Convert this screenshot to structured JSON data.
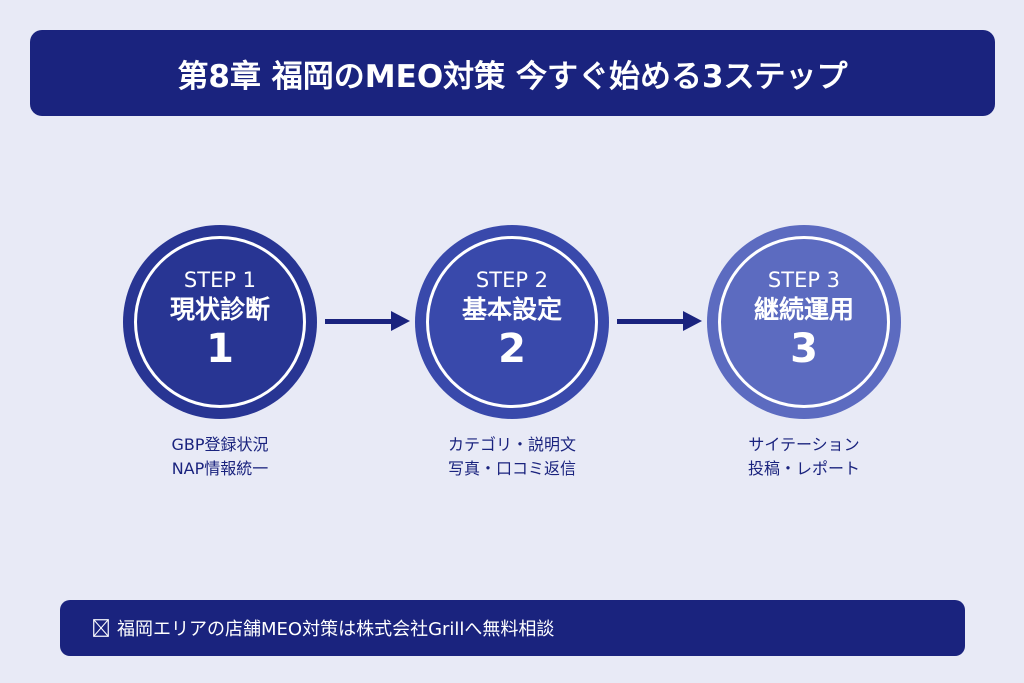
{
  "header": {
    "title": "第8章 福岡のMEO対策 今すぐ始める3ステップ"
  },
  "steps": [
    {
      "label": "STEP 1",
      "name": "現状診断",
      "number": "1",
      "color": "#283593",
      "desc": [
        "GBP登録状況",
        "NAP情報統一"
      ]
    },
    {
      "label": "STEP 2",
      "name": "基本設定",
      "number": "2",
      "color": "#3949ab",
      "desc": [
        "カテゴリ・説明文",
        "写真・口コミ返信"
      ]
    },
    {
      "label": "STEP 3",
      "name": "継続運用",
      "number": "3",
      "color": "#5c6bc0",
      "desc": [
        "サイテーション",
        "投稿・レポート"
      ]
    }
  ],
  "arrows": [
    {
      "icon": "arrow-right-icon"
    },
    {
      "icon": "arrow-right-icon"
    }
  ],
  "footer": {
    "icon": "missing-glyph-box-icon",
    "text": "福岡エリアの店舗MEO対策は株式会社Grillへ無料相談"
  },
  "colors": {
    "background": "#e8eaf6",
    "primary": "#1a237e",
    "step1": "#283593",
    "step2": "#3949ab",
    "step3": "#5c6bc0",
    "text_light": "#ffffff"
  }
}
